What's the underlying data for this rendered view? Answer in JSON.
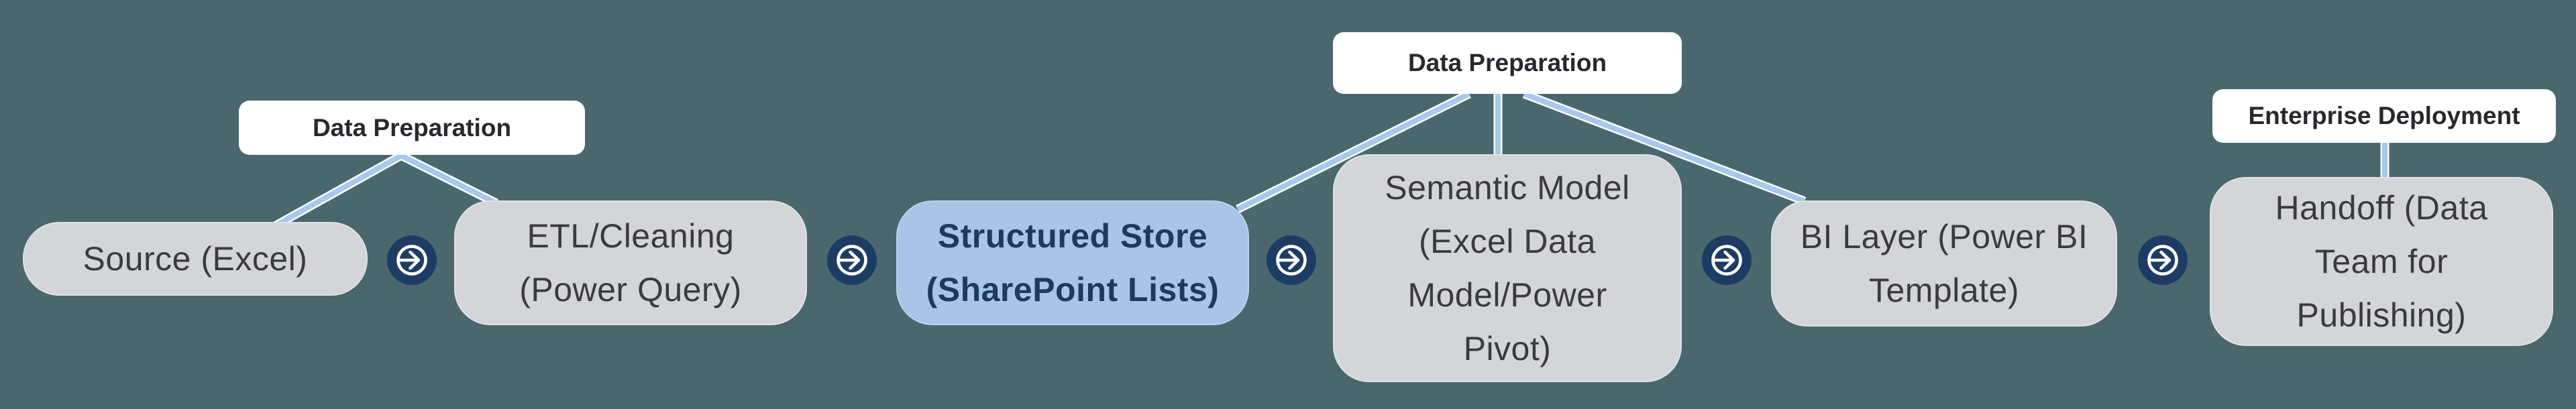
{
  "diagram": {
    "type": "flowchart",
    "direction": "left-to-right",
    "nodes": [
      {
        "id": "source",
        "lines": [
          "Source (Excel)"
        ],
        "highlighted": false
      },
      {
        "id": "etl",
        "lines": [
          "ETL/Cleaning",
          "(Power Query)"
        ],
        "highlighted": false
      },
      {
        "id": "structured-store",
        "lines": [
          "Structured Store",
          "(SharePoint Lists)"
        ],
        "highlighted": true
      },
      {
        "id": "semantic-model",
        "lines": [
          "Semantic Model",
          "(Excel Data",
          "Model/Power",
          "Pivot)"
        ],
        "highlighted": false
      },
      {
        "id": "bi-layer",
        "lines": [
          "BI Layer (Power BI",
          "Template)"
        ],
        "highlighted": false
      },
      {
        "id": "handoff",
        "lines": [
          "Handoff (Data",
          "Team for",
          "Publishing)"
        ],
        "highlighted": false
      }
    ],
    "arrows": {
      "icon": "arrow-right-circle-icon",
      "count": 5,
      "between": [
        [
          "source",
          "etl"
        ],
        [
          "etl",
          "structured-store"
        ],
        [
          "structured-store",
          "semantic-model"
        ],
        [
          "semantic-model",
          "bi-layer"
        ],
        [
          "bi-layer",
          "handoff"
        ]
      ]
    },
    "group_labels": [
      {
        "text": "Data Preparation",
        "covers": [
          "source",
          "etl"
        ]
      },
      {
        "text": "Data Preparation",
        "covers": [
          "structured-store",
          "semantic-model",
          "bi-layer"
        ]
      },
      {
        "text": "Enterprise Deployment",
        "covers": [
          "handoff"
        ]
      }
    ]
  },
  "colors": {
    "background": "#4a676e",
    "node_fill": "#d3d5d9",
    "node_text": "#3a3a41",
    "highlight_fill": "#a9c4e6",
    "highlight_text": "#1c3a60",
    "label_fill": "#ffffff",
    "label_text": "#28282e",
    "connector": "#a8c8ec",
    "arrow_fill": "#1d3c63",
    "arrow_glyph": "#ffffff"
  }
}
